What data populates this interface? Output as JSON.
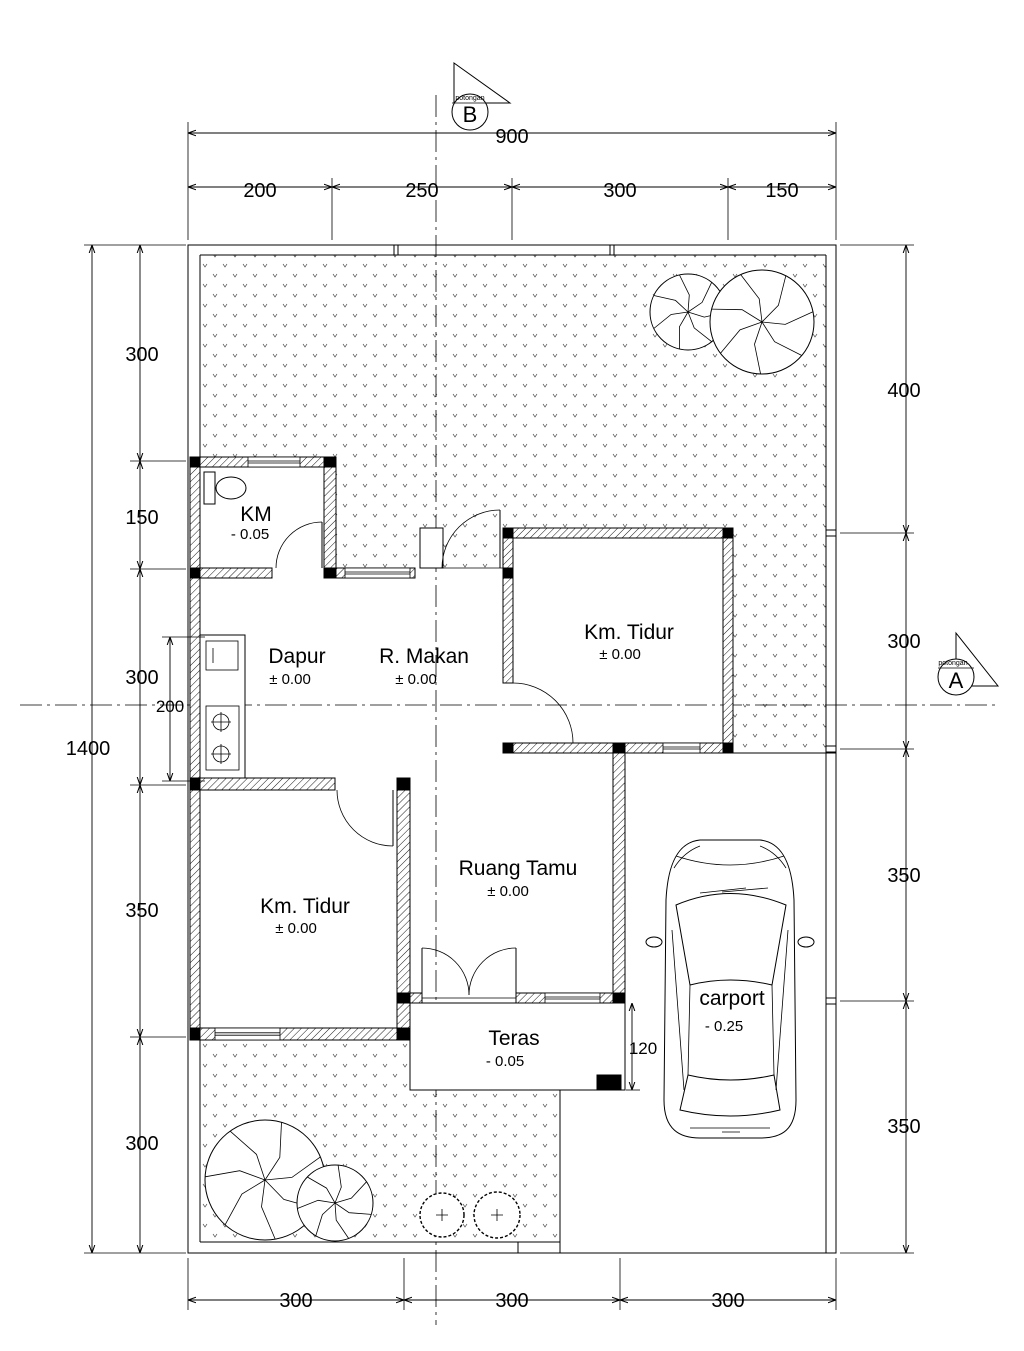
{
  "colors": {
    "line": "#000000",
    "background": "#ffffff",
    "grass_mark": "#555555"
  },
  "section_markers": {
    "b": {
      "label": "potongan",
      "letter": "B"
    },
    "a": {
      "label": "potongan",
      "letter": "A"
    }
  },
  "dimensions": {
    "top_total": "900",
    "top": [
      "200",
      "250",
      "300",
      "150"
    ],
    "left": [
      "300",
      "150",
      "300",
      "350",
      "300"
    ],
    "left_total": "1400",
    "left_inner": "200",
    "right": [
      "400",
      "300",
      "350",
      "350"
    ],
    "bottom": [
      "300",
      "300",
      "300"
    ],
    "teras": "120"
  },
  "rooms": {
    "km": {
      "name": "KM",
      "level": "- 0.05"
    },
    "dapur": {
      "name": "Dapur",
      "level": "± 0.00"
    },
    "r_makan": {
      "name": "R. Makan",
      "level": "± 0.00"
    },
    "km_tidur_right": {
      "name": "Km. Tidur",
      "level": "± 0.00"
    },
    "km_tidur_left": {
      "name": "Km. Tidur",
      "level": "± 0.00"
    },
    "ruang_tamu": {
      "name": "Ruang Tamu",
      "level": "± 0.00"
    },
    "teras": {
      "name": "Teras",
      "level": "- 0.05"
    },
    "carport": {
      "name": "carport",
      "level": "- 0.25"
    }
  }
}
